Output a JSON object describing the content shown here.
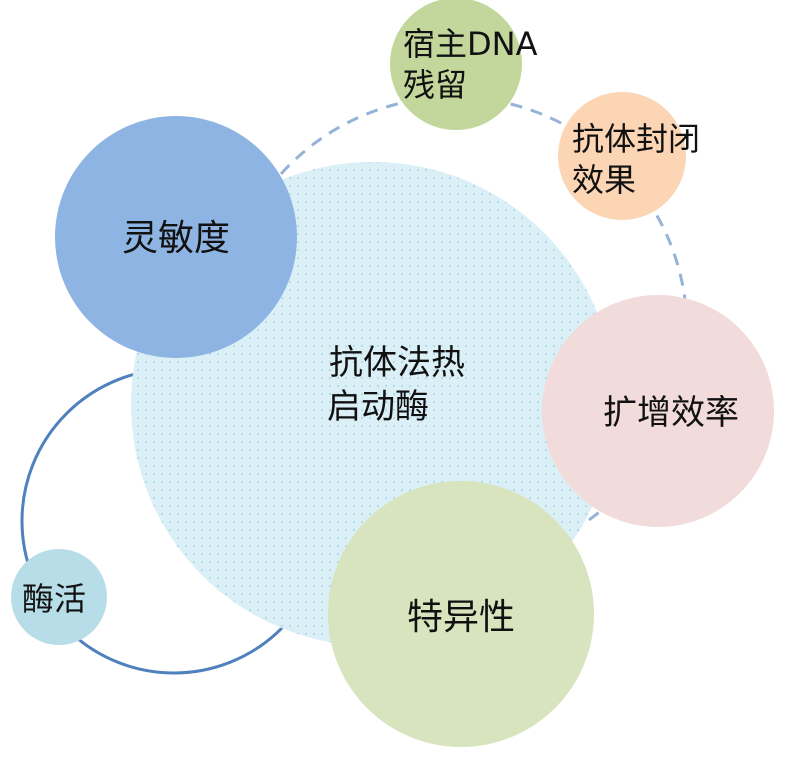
{
  "diagram": {
    "center": {
      "lines": [
        "抗体法热",
        "启动酶"
      ],
      "fill": "#dbeff6",
      "dot_color": "#9ccbe0"
    },
    "nodes": {
      "sensitivity": {
        "lines": [
          "灵敏度"
        ],
        "fill": "#8eb4e3"
      },
      "host_dna": {
        "lines": [
          "宿主DNA",
          "残留"
        ],
        "fill": "#c3d69b"
      },
      "antibody_block": {
        "lines": [
          "抗体封闭",
          "效果"
        ],
        "fill": "#fcd5b5"
      },
      "amplification": {
        "lines": [
          "扩增效率"
        ],
        "fill": "#f2dcdb"
      },
      "specificity": {
        "lines": [
          "特异性"
        ],
        "fill": "#d7e4bd"
      },
      "enzyme_activity": {
        "lines": [
          "酶活"
        ],
        "fill": "#b7dee8"
      }
    },
    "colors": {
      "dashed_ring": "#95b3d7",
      "solid_ring": "#4f81bd"
    }
  }
}
